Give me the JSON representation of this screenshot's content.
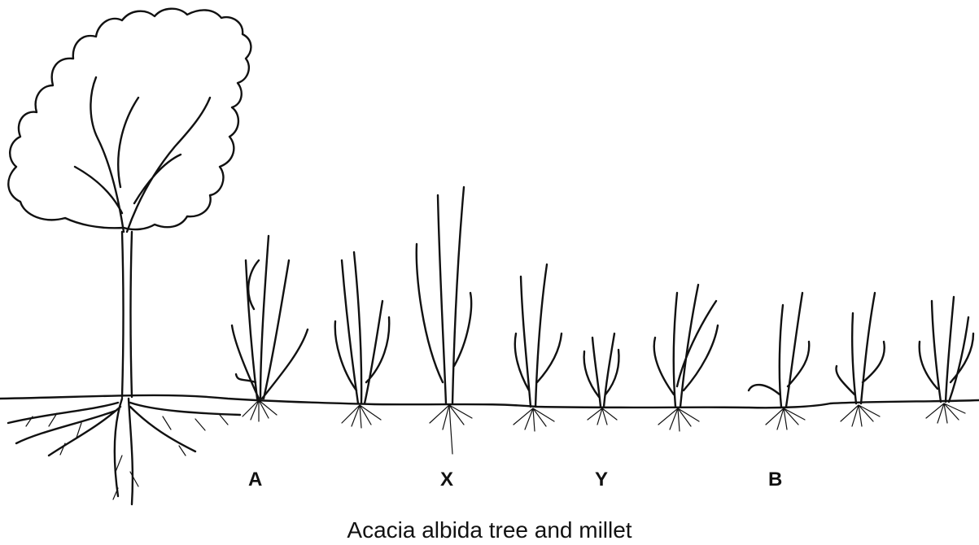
{
  "labels": {
    "a": "A",
    "x": "X",
    "y": "Y",
    "b": "B"
  },
  "caption": "Acacia albida tree and millet"
}
